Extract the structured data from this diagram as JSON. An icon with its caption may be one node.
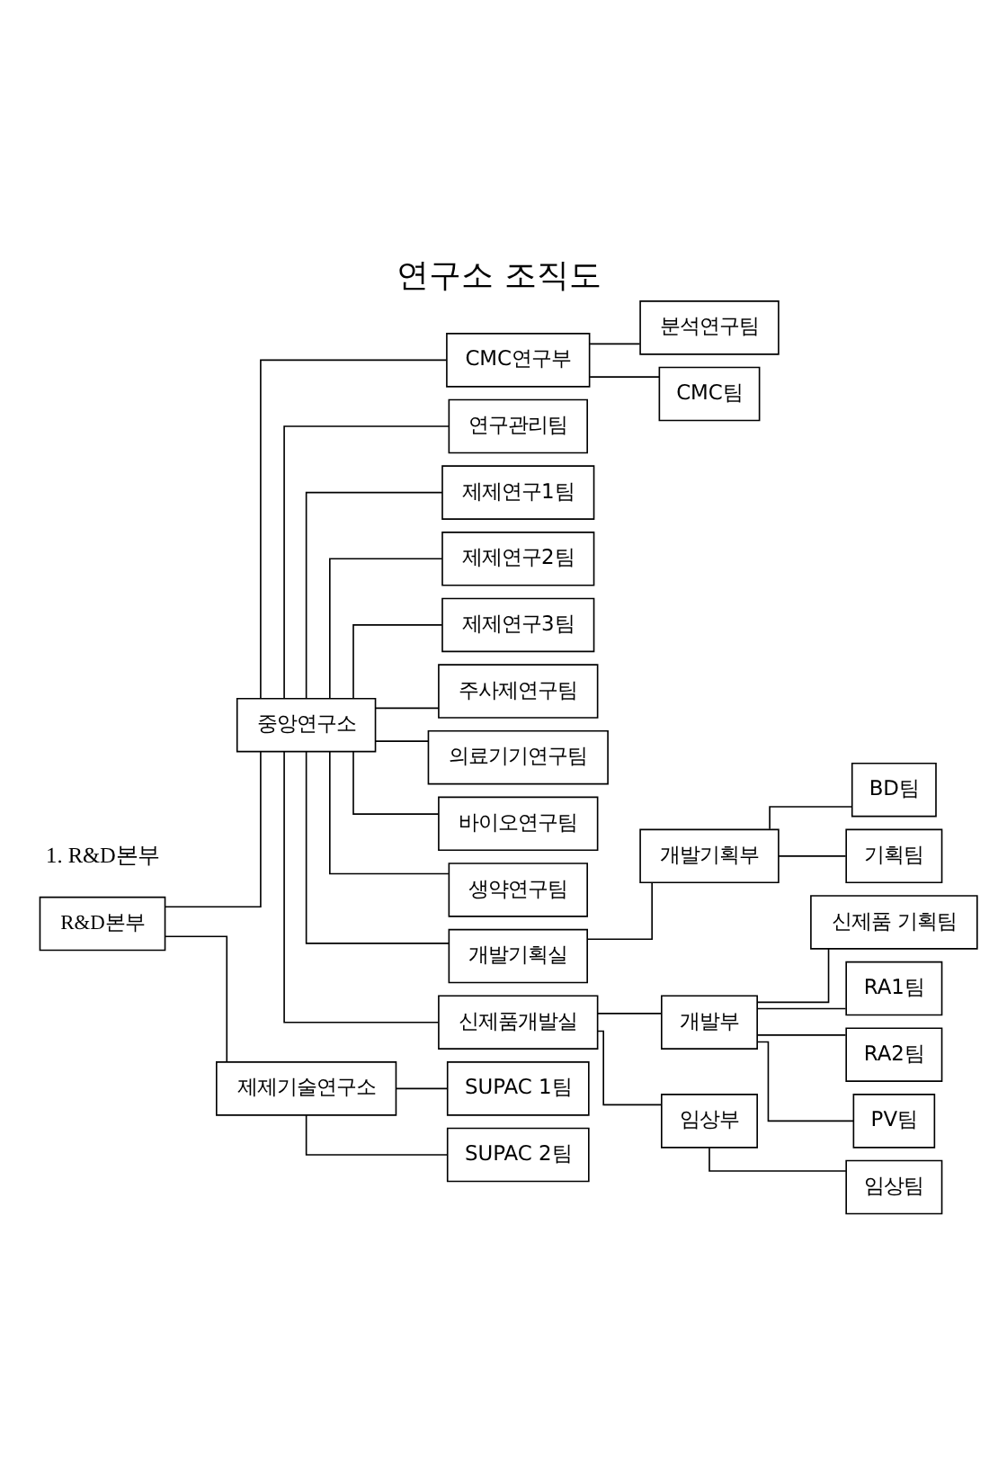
{
  "diagram": {
    "title": "연구소 조직도",
    "nodes": [
      {
        "text": [
          "R&D본부"
        ]
      },
      {
        "text": [
          "중앙연구소"
        ]
      },
      {
        "text": [
          "제제기술연구소"
        ]
      },
      {
        "text": [
          "SUPAC 1팀"
        ]
      },
      {
        "text": [
          "SUPAC 2팀"
        ]
      },
      {
        "text": [
          "CMC연구부"
        ]
      },
      {
        "text": [
          "연구관리팀"
        ]
      },
      {
        "text": [
          "분석연구팀"
        ]
      },
      {
        "text": [
          "CMC팀"
        ]
      },
      {
        "text": [
          "제제연구1팀"
        ]
      },
      {
        "text": [
          "제제연구2팀"
        ]
      },
      {
        "text": [
          "제제연구3팀"
        ]
      },
      {
        "text": [
          "주사제연구팀"
        ]
      },
      {
        "text": [
          "의료기기연구팀"
        ]
      },
      {
        "text": [
          "바이오연구팀"
        ]
      },
      {
        "text": [
          "생약연구팀"
        ]
      },
      {
        "text": [
          "개발기획실"
        ]
      },
      {
        "text": [
          "신제품개발실"
        ]
      },
      {
        "text": [
          "개발기획부"
        ]
      },
      {
        "text": [
          "개발부"
        ]
      },
      {
        "text": [
          "임상부"
        ]
      },
      {
        "text": [
          "BD팀"
        ]
      },
      {
        "text": [
          "기획팀"
        ]
      },
      {
        "text": [
          "신제품 기획팀"
        ]
      },
      {
        "text": [
          "RA1팀"
        ]
      },
      {
        "text": [
          "RA2팀"
        ]
      },
      {
        "text": [
          "PV팀"
        ]
      },
      {
        "text": [
          "임상팀"
        ]
      }
    ],
    "edges": [
      {
        "from": 0,
        "to": 1,
        "arrow": "none"
      },
      {
        "from": 0,
        "to": 2,
        "arrow": "none"
      },
      {
        "from": 2,
        "to": 3,
        "arrow": "none"
      },
      {
        "from": 2,
        "to": 4,
        "arrow": "none"
      },
      {
        "from": 1,
        "to": 5,
        "arrow": "none"
      },
      {
        "from": 1,
        "to": 6,
        "arrow": "none"
      },
      {
        "from": 5,
        "to": 7,
        "arrow": "none"
      },
      {
        "from": 5,
        "to": 8,
        "arrow": "none"
      },
      {
        "from": 1,
        "to": 9,
        "arrow": "none"
      },
      {
        "from": 1,
        "to": 10,
        "arrow": "none"
      },
      {
        "from": 1,
        "to": 11,
        "arrow": "none"
      },
      {
        "from": 1,
        "to": 12,
        "arrow": "none"
      },
      {
        "from": 1,
        "to": 13,
        "arrow": "none"
      },
      {
        "from": 1,
        "to": 14,
        "arrow": "none"
      },
      {
        "from": 1,
        "to": 15,
        "arrow": "none"
      },
      {
        "from": 1,
        "to": 16,
        "arrow": "none"
      },
      {
        "from": 1,
        "to": 17,
        "arrow": "none"
      },
      {
        "from": 16,
        "to": 18,
        "arrow": "none"
      },
      {
        "from": 17,
        "to": 19,
        "arrow": "none"
      },
      {
        "from": 17,
        "to": 20,
        "arrow": "none"
      },
      {
        "from": 18,
        "to": 21,
        "arrow": "none"
      },
      {
        "from": 18,
        "to": 22,
        "arrow": "none"
      },
      {
        "from": 19,
        "to": 23,
        "arrow": "none"
      },
      {
        "from": 19,
        "to": 24,
        "arrow": "none"
      },
      {
        "from": 19,
        "to": 25,
        "arrow": "none"
      },
      {
        "from": 19,
        "to": 26,
        "arrow": "none"
      },
      {
        "from": 20,
        "to": 27,
        "arrow": "none"
      }
    ],
    "labels": [
      "1. R&D본부"
    ]
  }
}
